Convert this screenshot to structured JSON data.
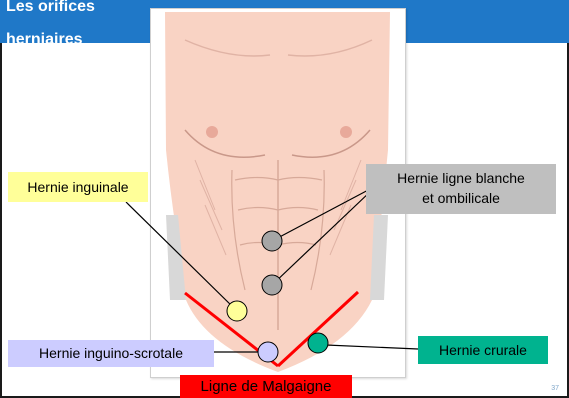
{
  "slide": {
    "title": "Les orifices herniaires",
    "page_number": "37"
  },
  "labels": {
    "hernie_inguinale": "Hernie inguinale",
    "hernie_ligne_blanche_line1": "Hernie ligne blanche",
    "hernie_ligne_blanche_line2": "et ombilicale",
    "hernie_inguino_scrotale": "Hernie inguino-scrotale",
    "hernie_crurale": "Hernie crurale",
    "ligne_de_malgaigne": "Ligne de Malgaigne"
  },
  "colors": {
    "header": "#1f78c8",
    "inguinale": "#ffff99",
    "ligne_blanche": "#bfbfbf",
    "inguino_scrotale": "#ccccff",
    "crurale": "#00b38f",
    "malgaigne": "#ff0000",
    "skin": "#f9d3c4"
  }
}
